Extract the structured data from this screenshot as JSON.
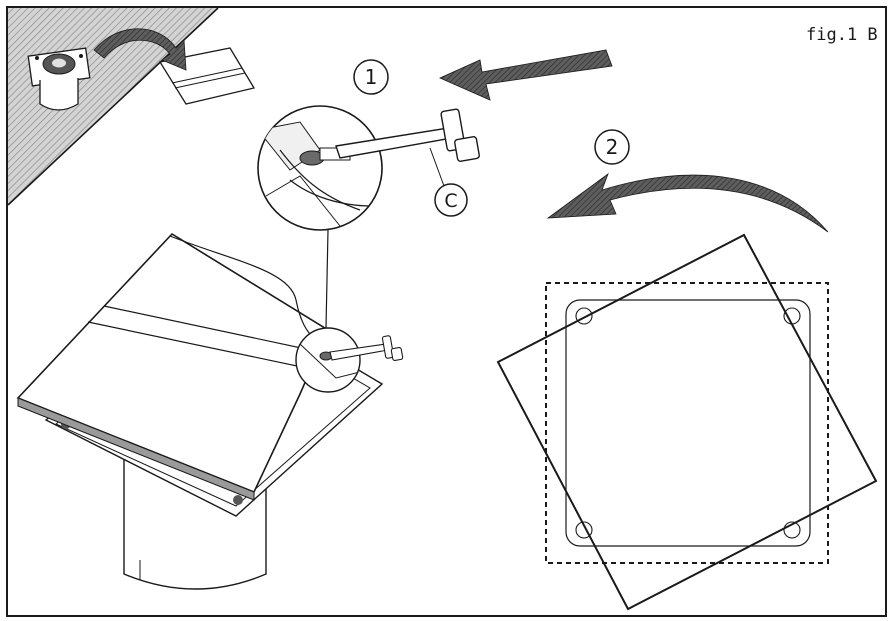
{
  "figure": {
    "label": "fig.1 B",
    "callouts": {
      "step1": "1",
      "step2": "2",
      "part_c": "C"
    }
  },
  "colors": {
    "line": "#1a1a1a",
    "arrow_fill": "#6a6a6a",
    "hatch": "#9a9a9a",
    "background": "#ffffff"
  }
}
